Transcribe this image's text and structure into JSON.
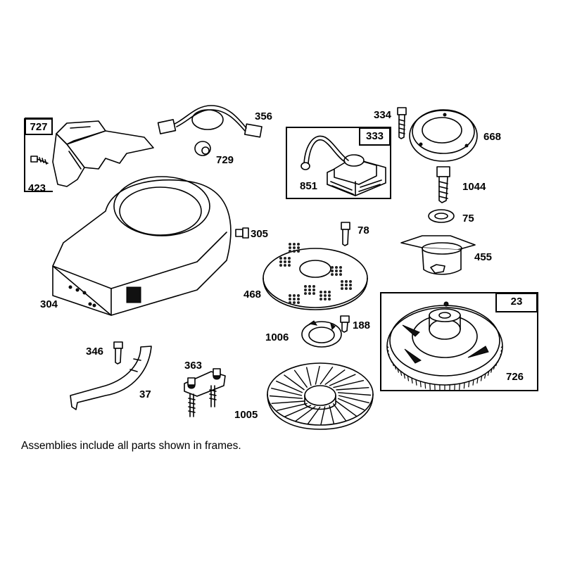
{
  "frames": [
    {
      "id": "frame-727",
      "label": "727"
    },
    {
      "id": "frame-333",
      "label": "333"
    },
    {
      "id": "frame-23",
      "label": "23"
    }
  ],
  "parts": [
    {
      "id": "part-423",
      "label": "423"
    },
    {
      "id": "part-356",
      "label": "356"
    },
    {
      "id": "part-729",
      "label": "729"
    },
    {
      "id": "part-334",
      "label": "334"
    },
    {
      "id": "part-668",
      "label": "668"
    },
    {
      "id": "part-851",
      "label": "851"
    },
    {
      "id": "part-1044",
      "label": "1044"
    },
    {
      "id": "part-75",
      "label": "75"
    },
    {
      "id": "part-305",
      "label": "305"
    },
    {
      "id": "part-78",
      "label": "78"
    },
    {
      "id": "part-455",
      "label": "455"
    },
    {
      "id": "part-304",
      "label": "304"
    },
    {
      "id": "part-468",
      "label": "468"
    },
    {
      "id": "part-188",
      "label": "188"
    },
    {
      "id": "part-1006",
      "label": "1006"
    },
    {
      "id": "part-726",
      "label": "726"
    },
    {
      "id": "part-346",
      "label": "346"
    },
    {
      "id": "part-363",
      "label": "363"
    },
    {
      "id": "part-37",
      "label": "37"
    },
    {
      "id": "part-1005",
      "label": "1005"
    }
  ],
  "caption": "Assemblies include all parts shown in frames."
}
